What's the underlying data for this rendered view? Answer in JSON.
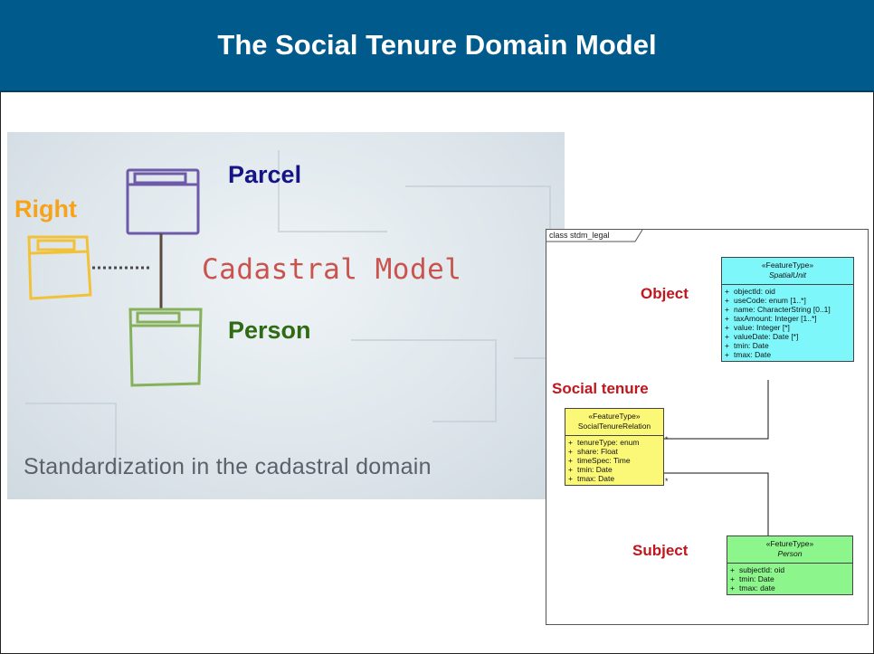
{
  "title": "The Social Tenure Domain Model",
  "photo": {
    "labels": {
      "parcel": "Parcel",
      "right": "Right",
      "person": "Person",
      "cadastral_model": "Cadastral Model"
    },
    "caption": "Standardization in the cadastral domain",
    "colors": {
      "parcel": "#141487",
      "right": "#f7a21b",
      "person": "#2f6b12",
      "cadastral": "#c9544e"
    }
  },
  "uml": {
    "diagram_name": "class stdm_legal",
    "roles": {
      "object": "Object",
      "social_tenure": "Social tenure",
      "subject": "Subject"
    },
    "classes": {
      "spatial_unit": {
        "stereotype": "«FeatureType»",
        "name": "SpatialUnit",
        "attributes": [
          "objectId: oid",
          "useCode: enum [1..*]",
          "name: CharacterString [0..1]",
          "taxAmount: Integer [1..*]",
          "value: Integer [*]",
          "valueDate: Date [*]",
          "tmin: Date",
          "tmax: Date"
        ],
        "color": "#7ef7fb"
      },
      "social_tenure_relation": {
        "stereotype": "«FeatureType»",
        "name": "SocialTenureRelation",
        "attributes": [
          "tenureType: enum",
          "share: Float",
          "timeSpec: Time",
          "tmin: Date",
          "tmax: Date"
        ],
        "color": "#fbf777"
      },
      "person": {
        "stereotype": "«FetureType»",
        "name": "Person",
        "attributes": [
          "subjectId: oid",
          "tmin: Date",
          "tmax: date"
        ],
        "color": "#8cf58c"
      }
    },
    "multiplicity_top": "*",
    "multiplicity_bottom": "*",
    "attribute_prefix": "+"
  }
}
